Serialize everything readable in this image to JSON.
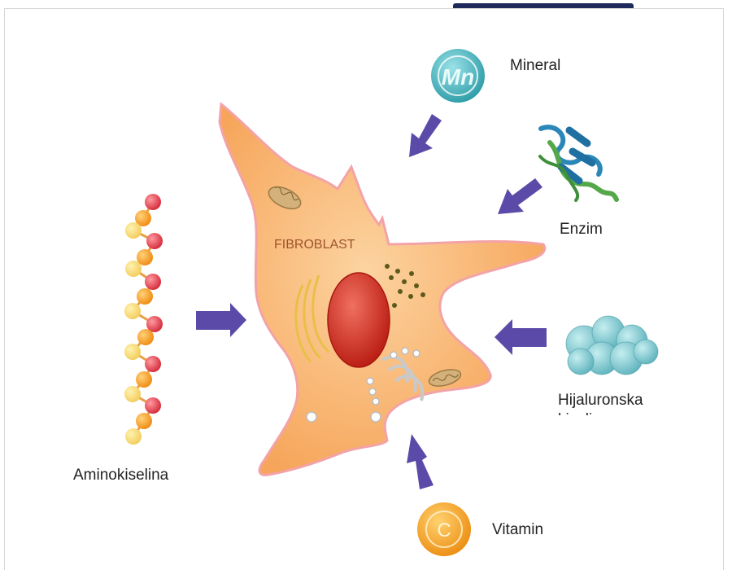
{
  "labels": {
    "mineral": "Mineral",
    "enzim": "Enzim",
    "hijaluronska_line1": "Hijaluronska",
    "hijaluronska_line2": "kiselina",
    "aminokiselina": "Aminokiselina",
    "vitamin": "Vitamin",
    "fibroblast": "FIBROBLAST"
  },
  "icons": {
    "mineral_symbol": "Mn",
    "vitamin_symbol": "C"
  },
  "colors": {
    "arrow": "#5b4aa8",
    "cell": "#f9b56f",
    "nucleus": "#d92c1f",
    "mineral": "#3fb6c0",
    "vitamin": "#f4a21e",
    "hyaluronic": "#7fc4cc"
  }
}
